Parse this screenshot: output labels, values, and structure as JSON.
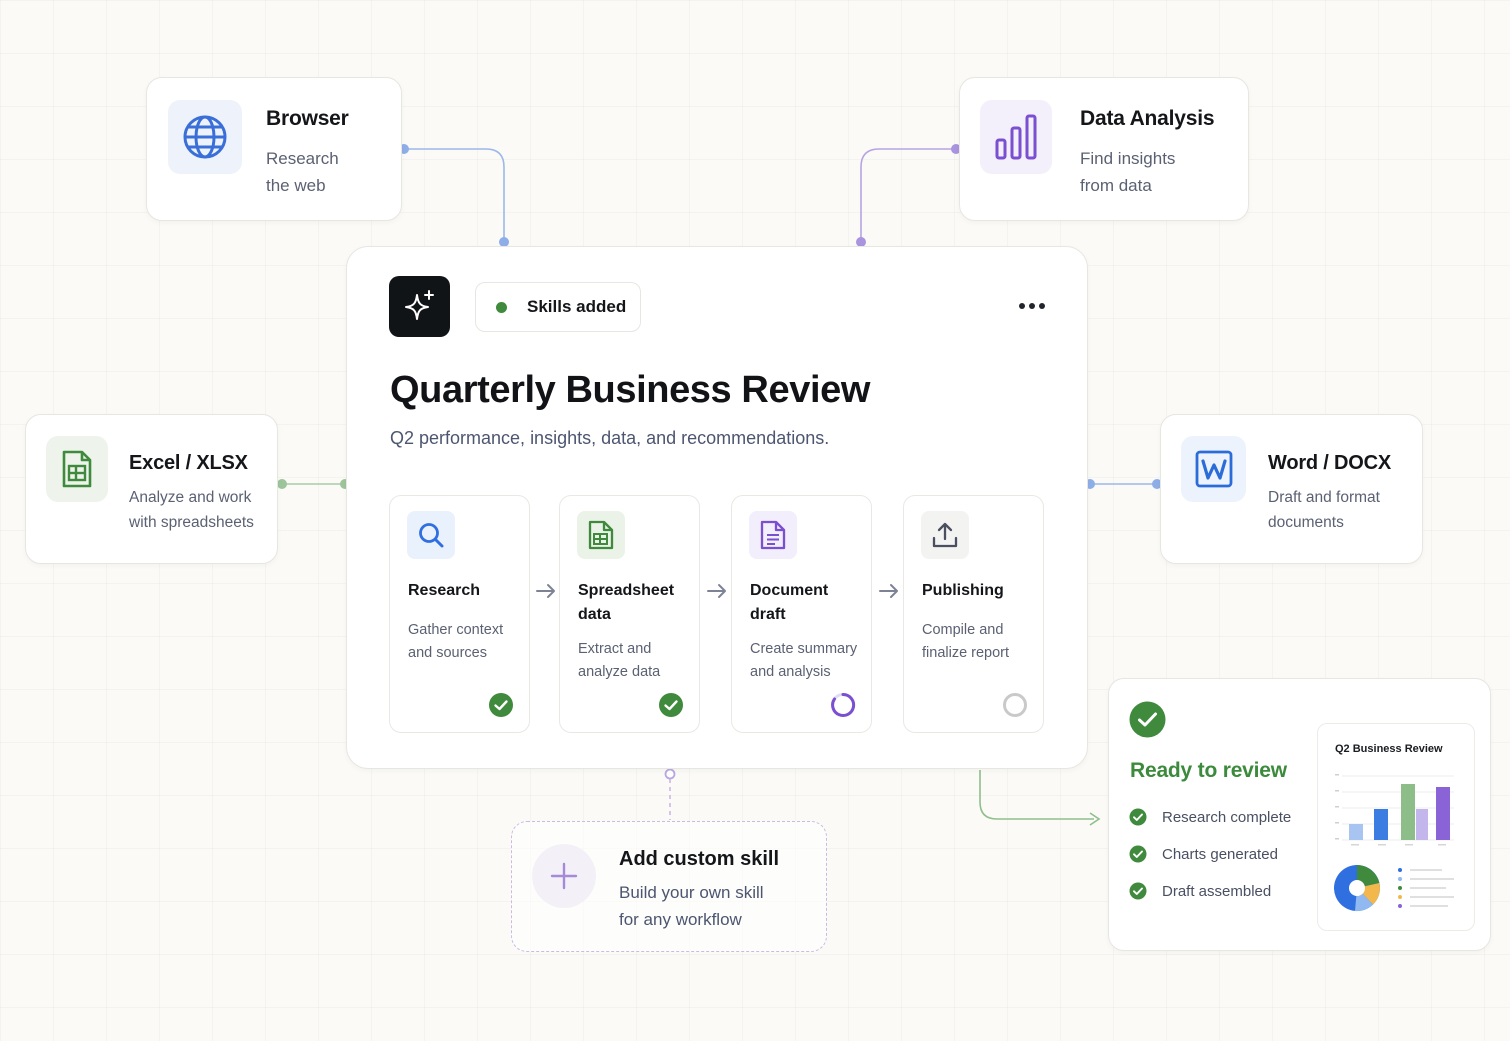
{
  "colors": {
    "browser_accent": "#3b6fd8",
    "data_accent": "#7a4fd0",
    "excel_accent": "#3f8a3c",
    "word_accent": "#2b6cd8",
    "success": "#3f8a3c",
    "in_progress": "#7a4fd0"
  },
  "skills": {
    "browser": {
      "icon": "globe-icon",
      "title": "Browser",
      "subtitle": [
        "Research",
        "the web"
      ]
    },
    "data_analysis": {
      "icon": "bar-chart-icon",
      "title": "Data Analysis",
      "subtitle": [
        "Find insights",
        "from data"
      ]
    },
    "excel": {
      "icon": "spreadsheet-icon",
      "title": "Excel / XLSX",
      "subtitle": [
        "Analyze and work",
        "with spreadsheets"
      ]
    },
    "word": {
      "icon": "word-doc-icon",
      "title": "Word / DOCX",
      "subtitle": [
        "Draft and format",
        "documents"
      ]
    }
  },
  "main": {
    "icon": "sparkle-icon",
    "badge": "Skills added",
    "title": "Quarterly Business Review",
    "subtitle": "Q2 performance, insights, data, and recommendations.",
    "steps": [
      {
        "icon": "search-icon",
        "title": [
          "Research"
        ],
        "desc": [
          "Gather context",
          "and sources"
        ],
        "status": "complete"
      },
      {
        "icon": "spreadsheet-icon",
        "title": [
          "Spreadsheet",
          "data"
        ],
        "desc": [
          "Extract and",
          "analyze data"
        ],
        "status": "complete"
      },
      {
        "icon": "document-icon",
        "title": [
          "Document",
          "draft"
        ],
        "desc": [
          "Create summary",
          "and analysis"
        ],
        "status": "in-progress"
      },
      {
        "icon": "upload-icon",
        "title": [
          "Publishing"
        ],
        "desc": [
          "Compile and",
          "finalize report"
        ],
        "status": "pending"
      }
    ]
  },
  "custom_skill": {
    "title": "Add custom skill",
    "subtitle": [
      "Build your own skill",
      "for any workflow"
    ]
  },
  "ready": {
    "title": "Ready to review",
    "items": [
      "Research complete",
      "Charts generated",
      "Draft assembled"
    ],
    "preview_title": "Q2 Business Review"
  }
}
